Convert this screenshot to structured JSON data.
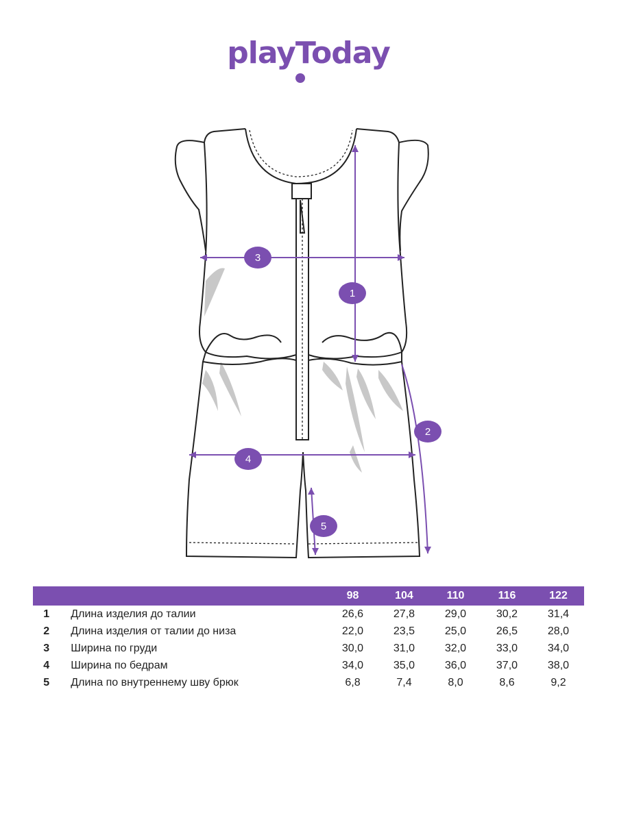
{
  "brand": {
    "logo_text": "playToday",
    "accent_color": "#7b4fb0"
  },
  "drawing": {
    "item": "romper",
    "markers": [
      "1",
      "2",
      "3",
      "4",
      "5"
    ]
  },
  "table": {
    "header_color": "#7b4fb0",
    "columns": [
      "",
      "",
      "98",
      "104",
      "110",
      "116",
      "122"
    ],
    "rows": [
      {
        "num": "1",
        "label": "Длина изделия до талии",
        "values": [
          "26,6",
          "27,8",
          "29,0",
          "30,2",
          "31,4"
        ]
      },
      {
        "num": "2",
        "label": "Длина изделия от талии до низа",
        "values": [
          "22,0",
          "23,5",
          "25,0",
          "26,5",
          "28,0"
        ]
      },
      {
        "num": "3",
        "label": "Ширина по груди",
        "values": [
          "30,0",
          "31,0",
          "32,0",
          "33,0",
          "34,0"
        ]
      },
      {
        "num": "4",
        "label": "Ширина по бедрам",
        "values": [
          "34,0",
          "35,0",
          "36,0",
          "37,0",
          "38,0"
        ]
      },
      {
        "num": "5",
        "label": "Длина по внутреннему шву брюк",
        "values": [
          "6,8",
          "7,4",
          "8,0",
          "8,6",
          "9,2"
        ]
      }
    ]
  }
}
